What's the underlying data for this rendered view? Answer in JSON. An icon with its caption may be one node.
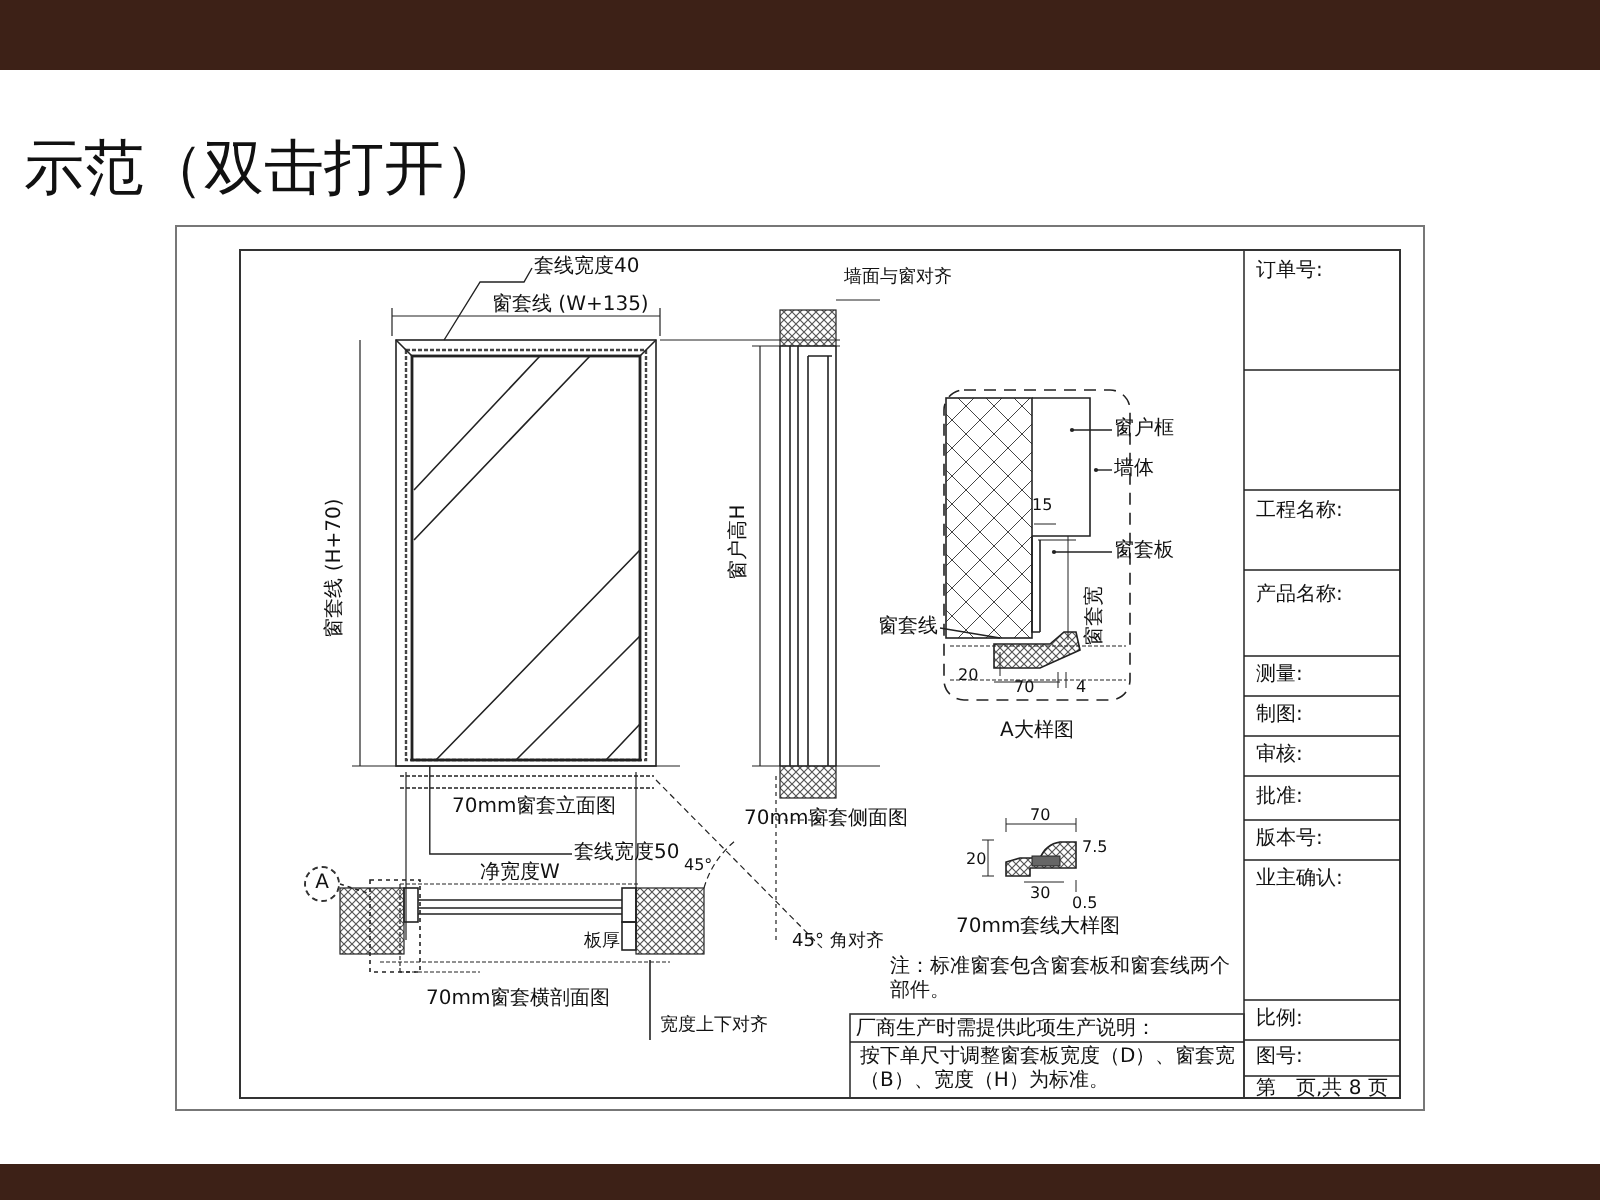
{
  "diagram": {
    "title": "示范（双击打开）",
    "nodes": [
      {
        "text": [
          "套线宽度40"
        ]
      },
      {
        "text": [
          "套线宽度50"
        ]
      },
      {
        "text": [
          "窗户框"
        ]
      },
      {
        "text": [
          "墙体"
        ]
      },
      {
        "text": [
          "窗套板"
        ]
      },
      {
        "text": [
          "窗套线"
        ]
      },
      {
        "text": [
          "A"
        ]
      },
      {
        "text": [],
        "shape": "box"
      },
      {
        "text": [],
        "shape": "box"
      }
    ],
    "edges": [
      {
        "from": 0,
        "to": 7,
        "arrow": "none"
      },
      {
        "from": 1,
        "to": 7,
        "arrow": "none"
      },
      {
        "from": 2,
        "to": null,
        "arrow": "other"
      },
      {
        "from": 3,
        "to": null,
        "arrow": "other"
      },
      {
        "from": 4,
        "to": null,
        "arrow": "other"
      },
      {
        "from": 5,
        "to": null,
        "arrow": "none"
      },
      {
        "from": 6,
        "to": 8,
        "arrow": "none",
        "style": "dashed"
      }
    ],
    "labels": [
      "订单号:",
      "窗套线 (W+135)",
      "墙面与窗对齐",
      "窗套线 (H+70)",
      "窗户高H",
      "工程名称:",
      "15",
      "窗套宽",
      "20",
      "70",
      "4",
      "产品名称:",
      "A大样图",
      "测量:",
      "制图:",
      "审核:",
      "70mm窗套立面图",
      "70mm窗套侧面图",
      "批准:",
      "70",
      "净宽度W",
      "版本号:",
      "45°",
      "20",
      "7.5",
      "业主确认:",
      "板厚",
      "30",
      "0.5",
      "45° 角对齐",
      "70mm套线大样图",
      "70mm窗套横剖面图",
      "宽度上下对齐",
      "注：标准窗套包含窗套板和窗套线两个部件。",
      "比例:",
      "厂商生产时需提供此项生产说明：",
      "图号:",
      "按下单尺寸调整窗套板宽度（D）、窗套宽（B）、宽度（H）为标准。",
      "第　页,共 8 页"
    ]
  }
}
